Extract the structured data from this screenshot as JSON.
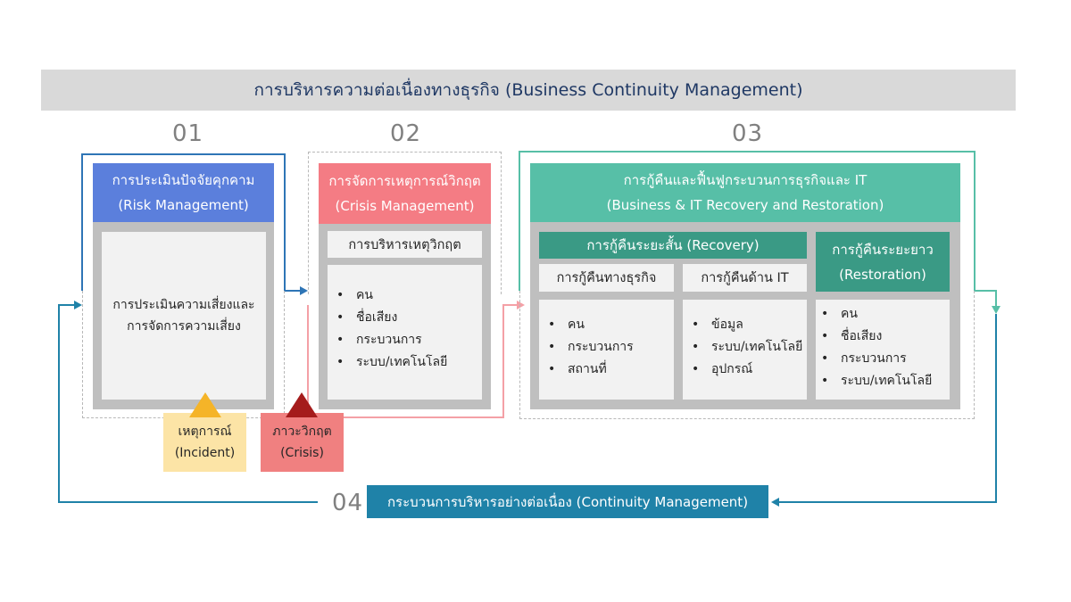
{
  "title": "การบริหารความต่อเนื่องทางธุรกิจ (Business Continuity Management)",
  "step1": {
    "number": "01",
    "header_th": "การประเมินปัจจัยคุกคาม",
    "header_en": "(Risk Management)",
    "body_line1": "การประเมินความเสี่ยงและ",
    "body_line2": "การจัดการความเสี่ยง"
  },
  "step2": {
    "number": "02",
    "header_th": "การจัดการเหตุการณ์วิกฤต",
    "header_en": "(Crisis Management)",
    "sub_title": "การบริหารเหตุวิกฤต",
    "items": [
      "คน",
      "ชื่อเสียง",
      "กระบวนการ",
      "ระบบ/เทคโนโลยี"
    ]
  },
  "step3": {
    "number": "03",
    "header_th": "การกู้คืนและฟื้นฟูกระบวนการธุรกิจและ IT",
    "header_en": "(Business & IT Recovery and Restoration)",
    "recovery_title": "การกู้คืนระยะสั้น (Recovery)",
    "business_title": "การกู้คืนทางธุรกิจ",
    "business_items": [
      "คน",
      "กระบวนการ",
      "สถานที่"
    ],
    "it_title": "การกู้คืนด้าน IT",
    "it_items": [
      "ข้อมูล",
      "ระบบ/เทคโนโลยี",
      "อุปกรณ์"
    ],
    "restoration_th": "การกู้คืนระยะยาว",
    "restoration_en": "(Restoration)",
    "restoration_items": [
      "คน",
      "ชื่อเสียง",
      "กระบวนการ",
      "ระบบ/เทคโนโลยี"
    ]
  },
  "step4": {
    "number": "04",
    "label": "กระบวนการบริหารอย่างต่อเนื่อง (Continuity Management)"
  },
  "incident": {
    "th": "เหตุการณ์",
    "en": "(Incident)"
  },
  "crisis": {
    "th": "ภาวะวิกฤต",
    "en": "(Crisis)"
  },
  "colors": {
    "blue": "#5b7fdc",
    "red": "#f47c84",
    "teal": "#57bfa7",
    "teal_dark": "#3a9a85",
    "step4": "#1f82a8",
    "incident": "#fce4a6",
    "crisis": "#f08080"
  },
  "bullet": "•"
}
